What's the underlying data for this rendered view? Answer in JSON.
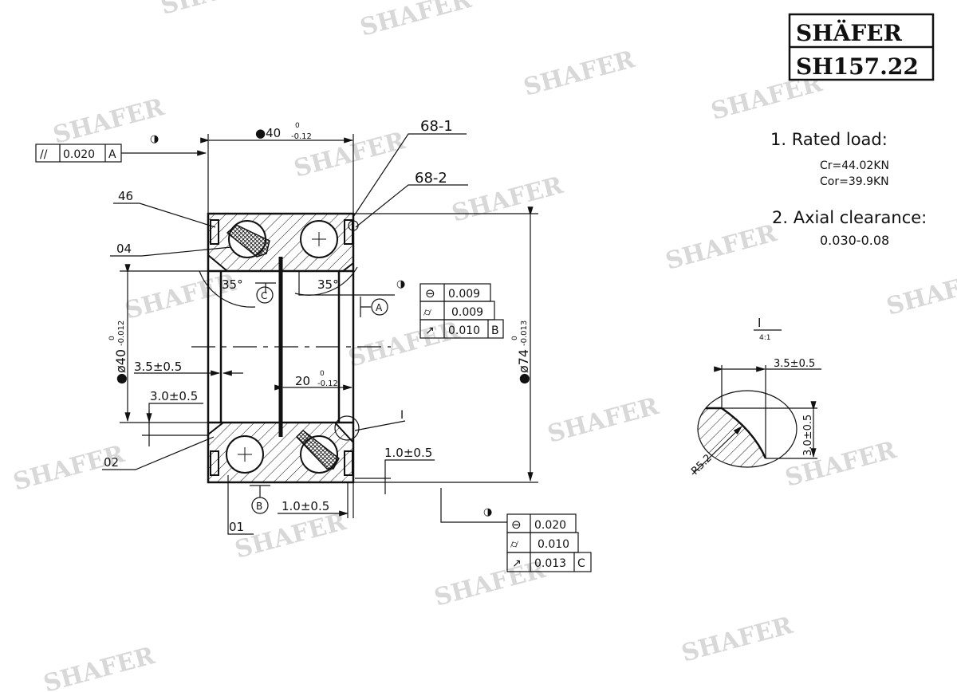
{
  "watermark": "SHAFER",
  "logo": {
    "brand": "SHÄFER",
    "part_number": "SH157.22"
  },
  "specs": {
    "rated_load_title": "1. Rated load:",
    "cr": "Cr=44.02KN",
    "cor": "Cor=39.9KN",
    "axial_clearance_title": "2. Axial clearance:",
    "axial_clearance_value": "0.030-0.08"
  },
  "dimensions": {
    "width": "●40",
    "width_tol_upper": "0",
    "width_tol_lower": "-0.12",
    "bore": "●ø40",
    "bore_tol_upper": "0",
    "bore_tol_lower": "-0.012",
    "outer": "●ø74",
    "outer_tol_upper": "0",
    "outer_tol_lower": "-0.013",
    "half_width": "20",
    "half_width_tol_upper": "0",
    "half_width_tol_lower": "-0.12",
    "chamfer_a": "3.5±0.5",
    "chamfer_b": "3.0±0.5",
    "offset_right": "1.0±0.5",
    "offset_bottom": "1.0±0.5",
    "angle_left": "35°",
    "angle_right": "35°"
  },
  "callouts": {
    "c68_1": "68-1",
    "c68_2": "68-2",
    "c46": "46",
    "c04": "04",
    "c02": "02",
    "c01": "01",
    "detail": "I"
  },
  "datums": {
    "a": "A",
    "b": "B",
    "c": "C"
  },
  "tolerance_frames": {
    "top_left": [
      {
        "symbol": "//",
        "value": "0.020",
        "datum": "A"
      }
    ],
    "right": [
      {
        "symbol": "roundness",
        "value": "0.009"
      },
      {
        "symbol": "cylindricity",
        "value": "0.009"
      },
      {
        "symbol": "runout",
        "value": "0.010",
        "datum": "B"
      }
    ],
    "bottom": [
      {
        "symbol": "roundness",
        "value": "0.020"
      },
      {
        "symbol": "cylindricity",
        "value": "0.010"
      },
      {
        "symbol": "runout",
        "value": "0.013",
        "datum": "C"
      }
    ]
  },
  "detail_view": {
    "label": "I",
    "scale": "4:1",
    "dim_h": "3.5±0.5",
    "dim_v": "3.0±0.5",
    "radius": "R5.2"
  }
}
